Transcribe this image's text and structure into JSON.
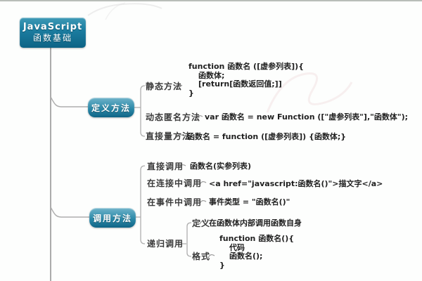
{
  "root": {
    "title": "JavaScript",
    "subtitle": "函数基础"
  },
  "define": {
    "label": "定义方法",
    "static_label": "静态方法",
    "static_code": [
      "function 函数名 ([虚参列表]){",
      "函数体;",
      "[return[函数返回值;]]",
      "}"
    ],
    "dynamic_label": "动态匿名方法",
    "dynamic_code": "var 函数名 = new Function ([\"虚参列表\"],\"函数体\");",
    "literal_label": "直接量方法",
    "literal_code": "函数名 = function ([虚参列表]) {函数体;}"
  },
  "invoke": {
    "label": "调用方法",
    "direct_label": "直接调用",
    "direct_code": "函数名(实参列表)",
    "link_label": "在连接中调用",
    "link_code": "<a href=\"javascript:函数名()\">描文字</a>",
    "event_label": "在事件中调用",
    "event_code": "事件类型 = \"函数名()\"",
    "recursive_label": "递归调用",
    "recursive_def_label": "定义",
    "recursive_def_text": "在函数体内部调用函数自身",
    "recursive_format_label": "格式",
    "recursive_format_code": [
      "function 函数名(){",
      "代码",
      "函数名();",
      "}"
    ]
  },
  "colors": {
    "node_gradient_top": "#6fb3c9",
    "node_gradient_bottom": "#0f6486",
    "root_gradient_top": "#3e9ab6",
    "root_gradient_bottom": "#0d6385",
    "connector_line": "#aeaeae",
    "label_text": "#3a3a3a",
    "code_text": "#1f1f1f"
  }
}
